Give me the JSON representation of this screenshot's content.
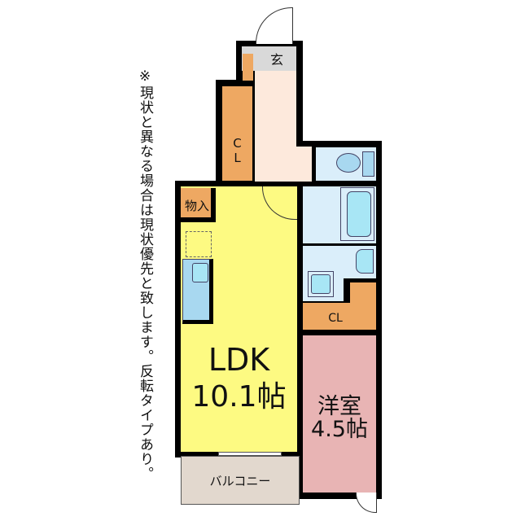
{
  "note": "※現状と異なる場合は現状優先と致します。反転タイプあり。",
  "rooms": {
    "entrance": "玄",
    "closet_hall": "C\nL",
    "storage": "物入",
    "ldk_name": "LDK",
    "ldk_size": "10.1帖",
    "western_name": "洋室",
    "western_size": "4.5帖",
    "closet_room": "CL",
    "balcony": "バルコニー"
  },
  "colors": {
    "ldk": "#fdfa82",
    "western": "#e8b4b4",
    "closet": "#eea862",
    "hall": "#fde9dc",
    "entrance": "#d9d9d9",
    "wet": "#daeefa",
    "fixture": "#a8e6f5",
    "balcony": "#e2d8ce"
  }
}
